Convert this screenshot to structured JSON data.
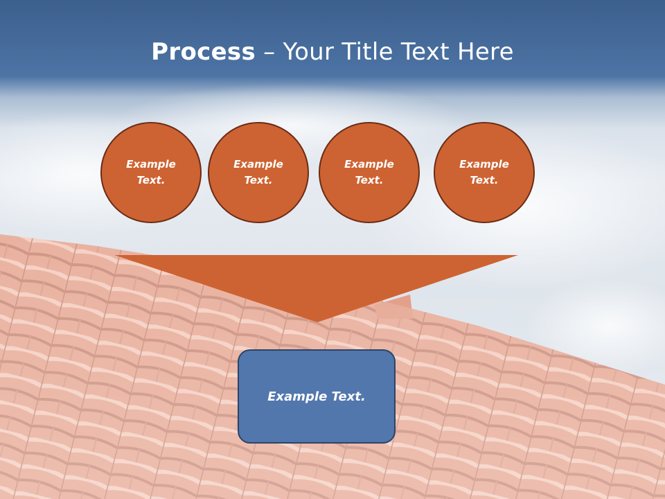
{
  "slide": {
    "title_bold": "Process",
    "title_rest": " – Your Title Text Here",
    "steps": [
      {
        "label": "Example\nText."
      },
      {
        "label": "Example\nText."
      },
      {
        "label": "Example\nText."
      },
      {
        "label": "Example\nText."
      }
    ],
    "result": {
      "label": "Example Text."
    }
  },
  "colors": {
    "circle_fill": "#cd6332",
    "circle_border": "#6b2b16",
    "arrow_fill": "#cd6332",
    "box_fill": "#5277ad",
    "box_border": "#2c4468",
    "sky_top": "#3c5f8d"
  }
}
